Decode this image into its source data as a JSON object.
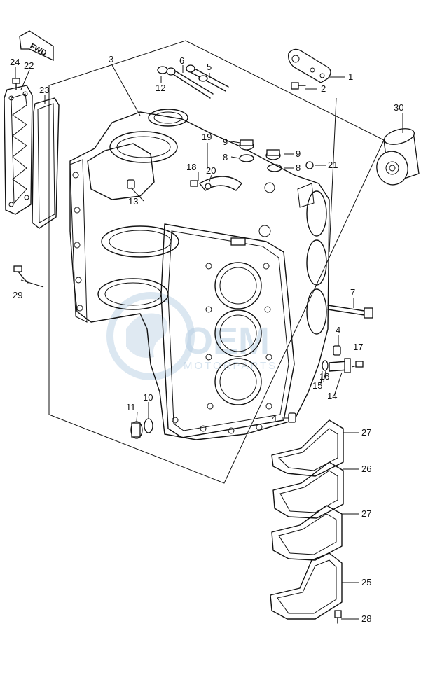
{
  "fwd_label": "FWD",
  "watermark": {
    "main": "OEM",
    "sub": "MOTORPARTS"
  },
  "callouts": [
    {
      "id": "c1",
      "text": "1"
    },
    {
      "id": "c2",
      "text": "2"
    },
    {
      "id": "c3",
      "text": "3"
    },
    {
      "id": "c4a",
      "text": "4"
    },
    {
      "id": "c4b",
      "text": "4"
    },
    {
      "id": "c5",
      "text": "5"
    },
    {
      "id": "c6",
      "text": "6"
    },
    {
      "id": "c7",
      "text": "7"
    },
    {
      "id": "c8a",
      "text": "8"
    },
    {
      "id": "c8b",
      "text": "8"
    },
    {
      "id": "c9a",
      "text": "9"
    },
    {
      "id": "c9b",
      "text": "9"
    },
    {
      "id": "c10",
      "text": "10"
    },
    {
      "id": "c11",
      "text": "11"
    },
    {
      "id": "c12",
      "text": "12"
    },
    {
      "id": "c13",
      "text": "13"
    },
    {
      "id": "c14",
      "text": "14"
    },
    {
      "id": "c15",
      "text": "15"
    },
    {
      "id": "c16",
      "text": "16"
    },
    {
      "id": "c17",
      "text": "17"
    },
    {
      "id": "c18",
      "text": "18"
    },
    {
      "id": "c19",
      "text": "19"
    },
    {
      "id": "c20",
      "text": "20"
    },
    {
      "id": "c21",
      "text": "21"
    },
    {
      "id": "c22",
      "text": "22"
    },
    {
      "id": "c23",
      "text": "23"
    },
    {
      "id": "c24",
      "text": "24"
    },
    {
      "id": "c25",
      "text": "25"
    },
    {
      "id": "c26",
      "text": "26"
    },
    {
      "id": "c27a",
      "text": "27"
    },
    {
      "id": "c27b",
      "text": "27"
    },
    {
      "id": "c28",
      "text": "28"
    },
    {
      "id": "c29",
      "text": "29"
    },
    {
      "id": "c30",
      "text": "30"
    }
  ]
}
